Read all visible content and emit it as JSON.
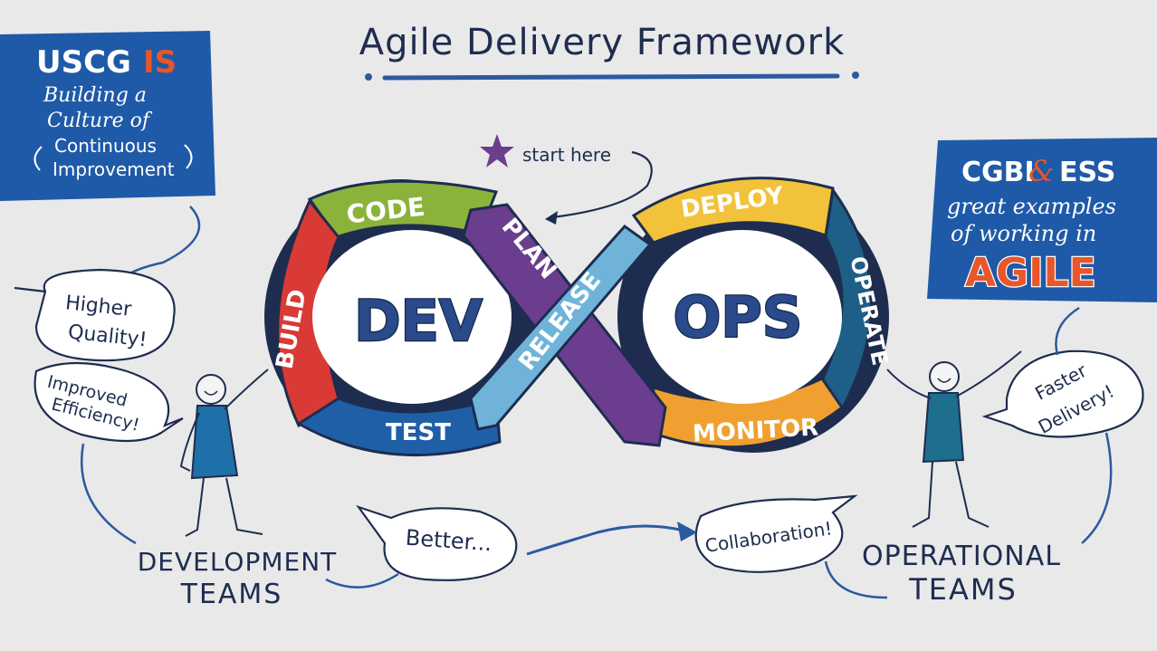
{
  "title": "Agile Delivery Framework",
  "left_banner": {
    "line1": "USCG",
    "highlight": "IS",
    "line2": "Building a",
    "line3": "Culture of",
    "line4": "Continuous",
    "line5": "Improvement"
  },
  "right_banner": {
    "line1a": "CGBI",
    "amp": "&",
    "line1b": "ESS",
    "line2": "great examples",
    "line3": "of working in",
    "highlight": "AGILE"
  },
  "start_label": "start here",
  "loop": {
    "dev": "DEV",
    "ops": "OPS",
    "segments": {
      "code": "CODE",
      "build": "BUILD",
      "test": "TEST",
      "plan": "PLAN",
      "release": "RELEASE",
      "deploy": "DEPLOY",
      "operate": "OPERATE",
      "monitor": "MONITOR"
    }
  },
  "bubbles": {
    "quality_1": "Higher",
    "quality_2": "Quality!",
    "efficiency_1": "Improved",
    "efficiency_2": "Efficiency!",
    "better": "Better...",
    "collaboration": "Collaboration!",
    "faster_1": "Faster",
    "faster_2": "Delivery!"
  },
  "teams": {
    "dev_1": "DEVELOPMENT",
    "dev_2": "TEAMS",
    "ops_1": "OPERATIONAL",
    "ops_2": "TEAMS"
  },
  "colors": {
    "navy": "#1e2d4f",
    "banner_blue": "#1f5aa8",
    "orange": "#e8562a",
    "code_green": "#8bb33c",
    "build_red": "#d93a35",
    "test_blue": "#1f5fa8",
    "plan_purple": "#6a3d8f",
    "release_lightblue": "#6fb3d8",
    "deploy_yellow": "#f2c23a",
    "operate_teal": "#1d5f86",
    "monitor_orange": "#f0a030",
    "figure_blue": "#1f6fa8",
    "figure_teal": "#1e6e8e"
  }
}
